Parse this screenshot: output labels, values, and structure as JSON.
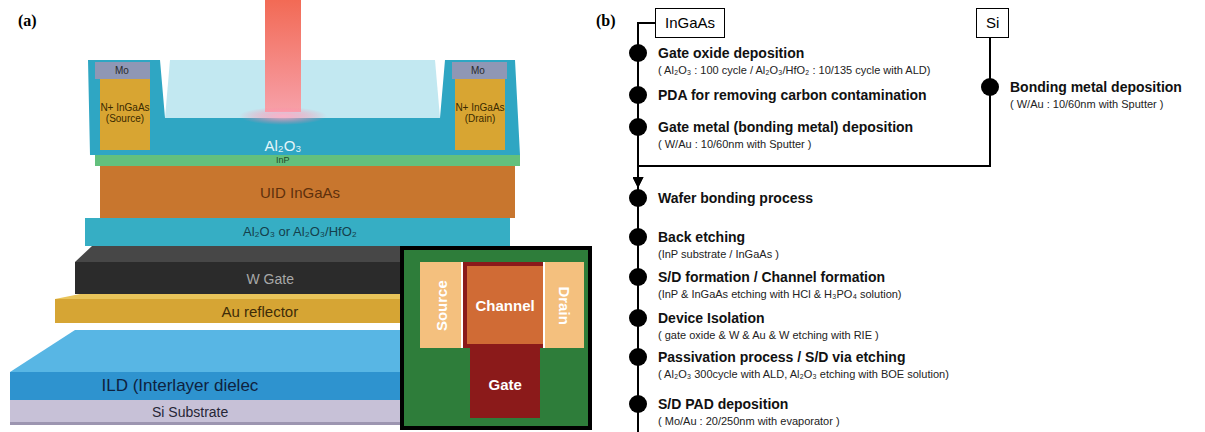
{
  "diagram": {
    "nodes": [
      {
        "text": [
          "Mo"
        ]
      },
      {
        "text": [
          "Mo"
        ]
      },
      {
        "text": [
          "N+ InGaAs (Source)"
        ]
      },
      {
        "text": [
          "N+ InGaAs (Drain)"
        ]
      },
      {
        "text": [
          "Al₂O₃"
        ]
      },
      {
        "text": [
          "InP"
        ]
      },
      {
        "text": [
          "UID InGaAs"
        ]
      },
      {
        "text": [
          "Al₂O₃ or Al₂O₃/HfO₂"
        ]
      },
      {
        "text": [
          "W Gate"
        ]
      },
      {
        "text": [
          "Au reflector"
        ]
      },
      {
        "text": [
          "ILD (Interlayer dielec"
        ]
      },
      {
        "text": [
          "Si Substrate"
        ]
      },
      {
        "text": [
          "Source"
        ]
      },
      {
        "text": [
          "Channel"
        ]
      },
      {
        "text": [
          "Drain"
        ]
      },
      {
        "text": [
          "Gate"
        ]
      },
      {
        "text": [
          "InGaAs"
        ]
      },
      {
        "text": [
          "Si"
        ]
      },
      {
        "text": [
          "Gate oxide deposition",
          "( Al₂O₃ : 100 cycle / Al₂O₃/HfO₂ : 10/135 cycle with ALD)"
        ]
      },
      {
        "text": [
          "PDA for removing carbon contamination"
        ]
      },
      {
        "text": [
          "Gate metal (bonding metal) deposition",
          "( W/Au : 10/60nm with Sputter )"
        ]
      },
      {
        "text": [
          "Bonding metal deposition",
          "( W/Au : 10/60nm with Sputter )"
        ]
      },
      {
        "text": [
          "Wafer bonding process"
        ]
      },
      {
        "text": [
          "Back etching",
          "(InP substrate / InGaAs )"
        ]
      },
      {
        "text": [
          "S/D formation / Channel formation",
          "(InP & InGaAs etching with HCl & H₃PO₄ solution)"
        ]
      },
      {
        "text": [
          "Device Isolation",
          "( gate oxide & W & Au & W etching with RIE )"
        ]
      },
      {
        "text": [
          "Passivation process / S/D via etching",
          "( Al₂O₃ 300cycle with ALD, Al₂O₃ etching with BOE solution)"
        ]
      },
      {
        "text": [
          "S/D PAD deposition",
          "( Mo/Au : 20/250nm with evaporator )"
        ]
      }
    ],
    "edges": [
      {
        "from": 16,
        "to": 18,
        "arrow": "none"
      },
      {
        "from": 18,
        "to": 19,
        "arrow": "none"
      },
      {
        "from": 19,
        "to": 20,
        "arrow": "none"
      },
      {
        "from": 20,
        "to": 22,
        "arrow": "to"
      },
      {
        "from": 17,
        "to": 21,
        "arrow": "none"
      },
      {
        "from": 21,
        "to": 22,
        "arrow": "to"
      },
      {
        "from": 22,
        "to": 23,
        "arrow": "none"
      },
      {
        "from": 23,
        "to": 24,
        "arrow": "none"
      },
      {
        "from": 24,
        "to": 25,
        "arrow": "none"
      },
      {
        "from": 25,
        "to": 26,
        "arrow": "none"
      },
      {
        "from": 26,
        "to": 27,
        "arrow": "none"
      }
    ],
    "labels": [
      "(a)",
      "(b)"
    ]
  }
}
